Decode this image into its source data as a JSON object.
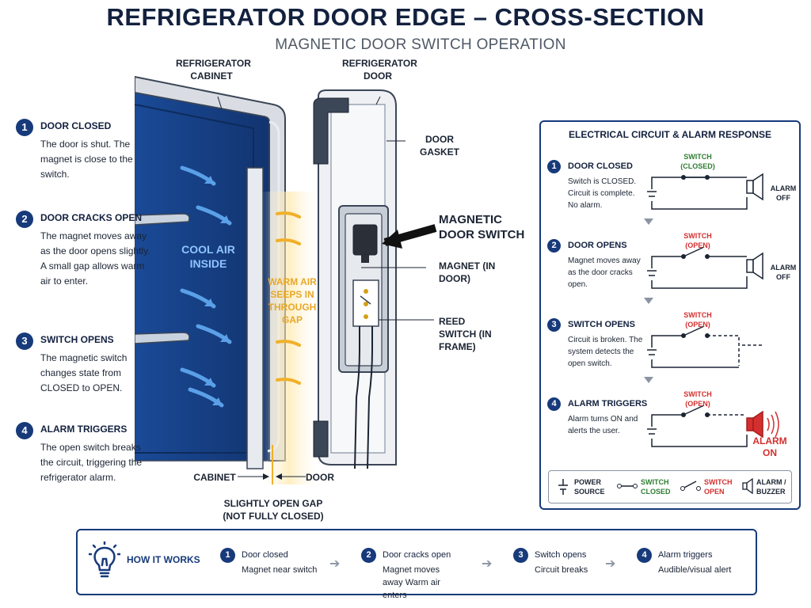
{
  "header": {
    "title": "REFRIGERATOR DOOR EDGE – CROSS-SECTION",
    "subtitle": "MAGNETIC DOOR SWITCH OPERATION"
  },
  "diagram_labels": {
    "cabinet": "REFRIGERATOR CABINET",
    "door": "REFRIGERATOR DOOR",
    "gasket": "DOOR GASKET",
    "magnetic_switch": "MAGNETIC DOOR SWITCH",
    "magnet": "MAGNET (IN DOOR)",
    "reed_switch": "REED SWITCH (IN FRAME)",
    "cool_air": "COOL AIR INSIDE",
    "warm_air": "WARM AIR SEEPS IN THROUGH GAP",
    "bottom_cabinet": "CABINET",
    "bottom_door": "DOOR",
    "gap_note": "SLIGHTLY OPEN GAP (NOT FULLY CLOSED)"
  },
  "left_steps": [
    {
      "num": "1",
      "heading": "DOOR CLOSED",
      "body": "The door is shut. The magnet is close to the switch."
    },
    {
      "num": "2",
      "heading": "DOOR CRACKS OPEN",
      "body": "The magnet moves away as the door opens slightly. A small gap allows warm air to enter."
    },
    {
      "num": "3",
      "heading": "SWITCH OPENS",
      "body": "The magnetic switch changes state from CLOSED to OPEN."
    },
    {
      "num": "4",
      "heading": "ALARM TRIGGERS",
      "body": "The open switch breaks the circuit, triggering the refrigerator alarm."
    }
  ],
  "circuit_panel": {
    "title": "ELECTRICAL CIRCUIT & ALARM RESPONSE",
    "steps": [
      {
        "num": "1",
        "heading": "DOOR CLOSED",
        "body": "Switch is CLOSED. Circuit is complete. No alarm.",
        "switch_label": "SWITCH (CLOSED)",
        "alarm_label": "ALARM OFF"
      },
      {
        "num": "2",
        "heading": "DOOR OPENS",
        "body": "Magnet moves away as the door cracks open.",
        "switch_label": "SWITCH (OPEN)",
        "alarm_label": "ALARM OFF"
      },
      {
        "num": "3",
        "heading": "SWITCH OPENS",
        "body": "Circuit is broken. The system detects the open switch.",
        "switch_label": "SWITCH (OPEN)",
        "alarm_label": ""
      },
      {
        "num": "4",
        "heading": "ALARM TRIGGERS",
        "body": "Alarm turns ON and alerts the user.",
        "switch_label": "SWITCH (OPEN)",
        "alarm_label": "ALARM ON"
      }
    ],
    "legend": {
      "power": "POWER SOURCE",
      "closed": "SWITCH CLOSED",
      "open": "SWITCH OPEN",
      "alarm": "ALARM / BUZZER"
    },
    "colors": {
      "closed": "#2e7d32",
      "open": "#d32f2f",
      "alarm_on": "#d32f2f"
    }
  },
  "how_it_works": {
    "title": "HOW IT WORKS",
    "steps": [
      {
        "num": "1",
        "heading": "Door closed",
        "body": "Magnet near switch"
      },
      {
        "num": "2",
        "heading": "Door cracks open",
        "body": "Magnet moves away Warm air enters"
      },
      {
        "num": "3",
        "heading": "Switch opens",
        "body": "Circuit breaks"
      },
      {
        "num": "4",
        "heading": "Alarm triggers",
        "body": "Audible/visual alert"
      }
    ]
  },
  "colors": {
    "navy": "#13213f",
    "badge": "#173a7a",
    "cabinet_blue": "#1d4f9c",
    "warm": "#e8a82a",
    "cool_text": "#8fc4ff"
  }
}
